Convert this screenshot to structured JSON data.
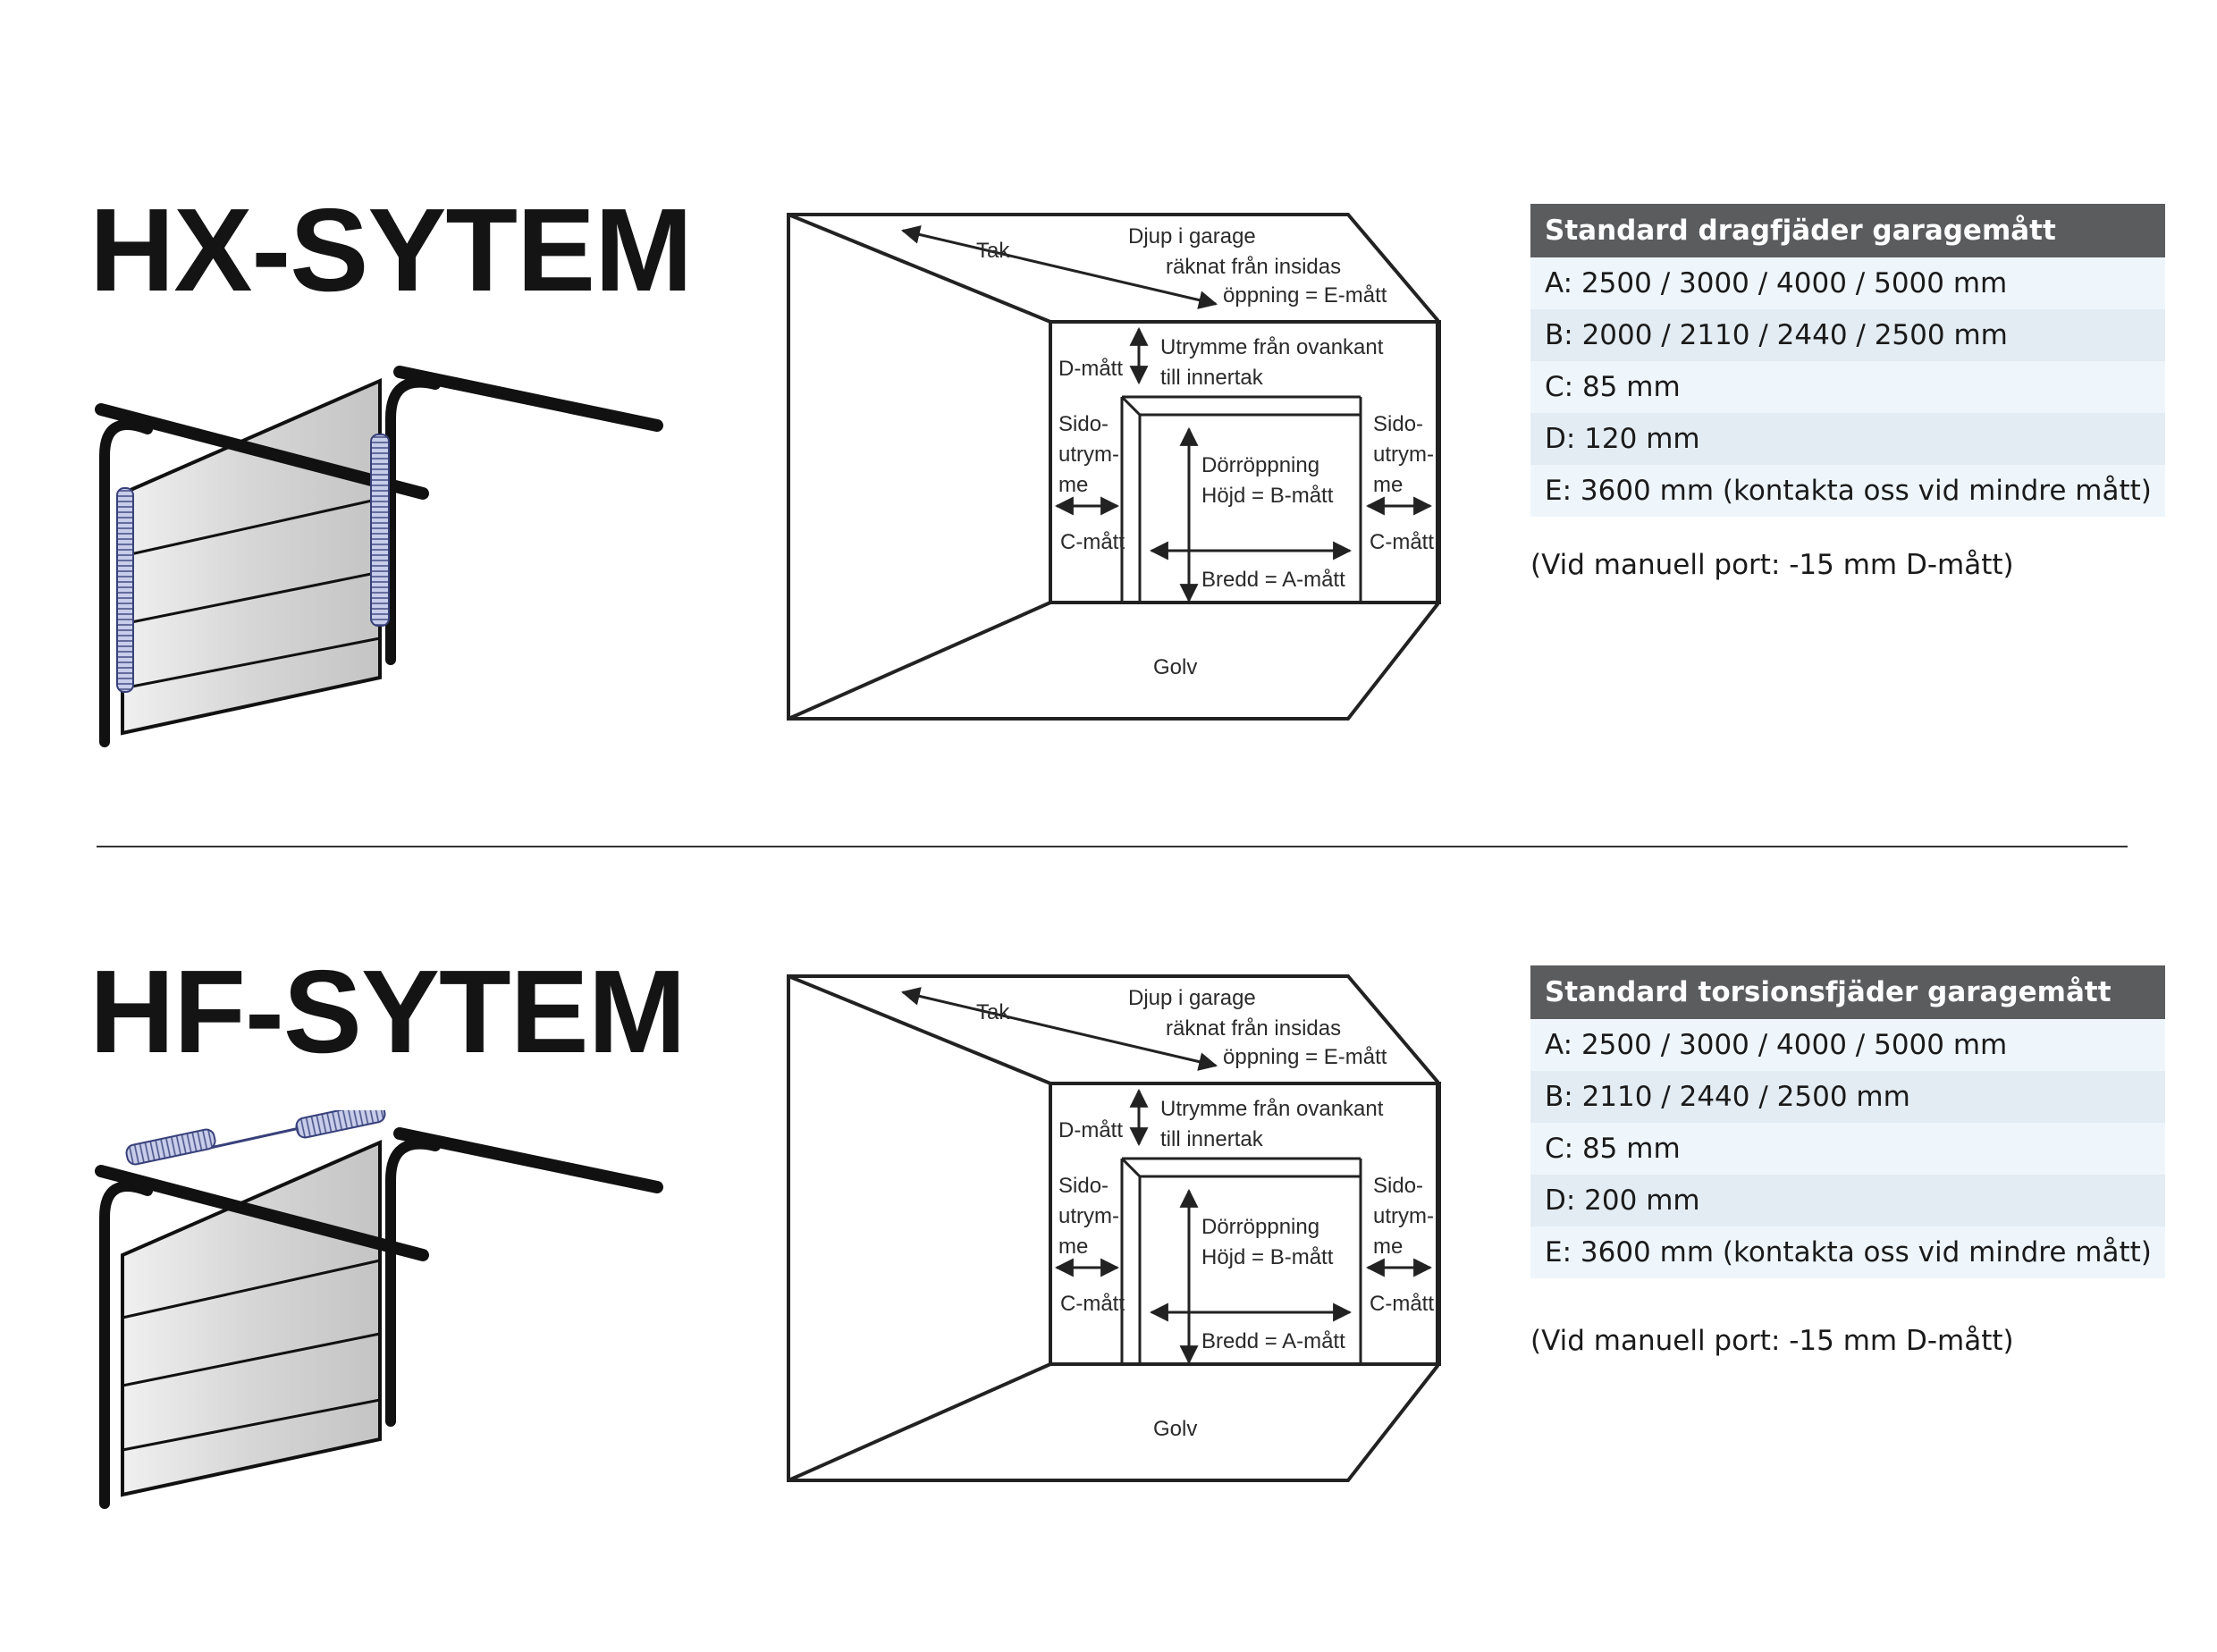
{
  "colors": {
    "header_bg": "#5b5c5e",
    "row_light": "#eef6fc",
    "row_dark": "#e3ecf3",
    "spring": "#b7c2e6"
  },
  "diagram_labels": {
    "tak": "Tak",
    "djup": [
      "Djup i garage",
      "räknat från insidas",
      "öppning = E-mått"
    ],
    "d_matt": "D-mått",
    "utrymme": [
      "Utrymme från ovankant",
      "till innertak"
    ],
    "sido": [
      "Sido-",
      "utrym-",
      "me"
    ],
    "c_matt": "C-mått",
    "dorr": [
      "Dörröppning",
      "Höjd = B-mått"
    ],
    "bredd": "Bredd = A-mått",
    "golv": "Golv"
  },
  "hx": {
    "title": "HX-SYTEM",
    "spring_icon": "extension-spring-icon",
    "table": {
      "header": "Standard dragfjäder garagemått",
      "rows": [
        "A: 2500 / 3000 / 4000 / 5000 mm",
        "B: 2000 / 2110 / 2440 / 2500 mm",
        "C: 85 mm",
        "D: 120 mm",
        "E: 3600 mm (kontakta oss vid mindre mått)"
      ]
    },
    "note": "(Vid manuell port: -15 mm D-mått)"
  },
  "hf": {
    "title": "HF-SYTEM",
    "spring_icon": "torsion-spring-icon",
    "table": {
      "header": "Standard torsionsfjäder garagemått",
      "rows": [
        "A: 2500 / 3000 / 4000 / 5000 mm",
        "B: 2110 / 2440 / 2500 mm",
        "C: 85 mm",
        "D: 200 mm",
        "E: 3600 mm (kontakta oss vid mindre mått)"
      ]
    },
    "note": "(Vid manuell port: -15 mm D-mått)"
  }
}
